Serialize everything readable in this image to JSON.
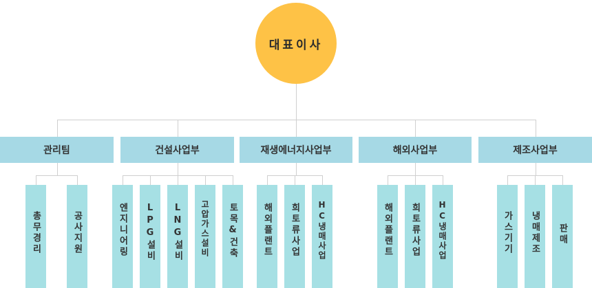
{
  "ceo": {
    "label": "대표이사"
  },
  "colors": {
    "ceo": "#fec246",
    "dept": "#a6d9e5",
    "team": "#a6e0e4",
    "line": "#cfcfcf"
  },
  "departments": [
    {
      "label": "관리팀",
      "teams": [
        "총무경리",
        "공사지원"
      ]
    },
    {
      "label": "건설사업부",
      "teams": [
        "엔지니어링",
        "LPG설비",
        "LNG설비",
        "고압가스설비",
        "토목&건축"
      ]
    },
    {
      "label": "재생에너지사업부",
      "teams": [
        "해외플랜트",
        "희토류사업",
        "HC냉매사업"
      ]
    },
    {
      "label": "해외사업부",
      "teams": [
        "해외플랜트",
        "희토류사업",
        "HC냉매사업"
      ]
    },
    {
      "label": "제조사업부",
      "teams": [
        "가스기기",
        "냉매제조",
        "판매"
      ]
    }
  ]
}
